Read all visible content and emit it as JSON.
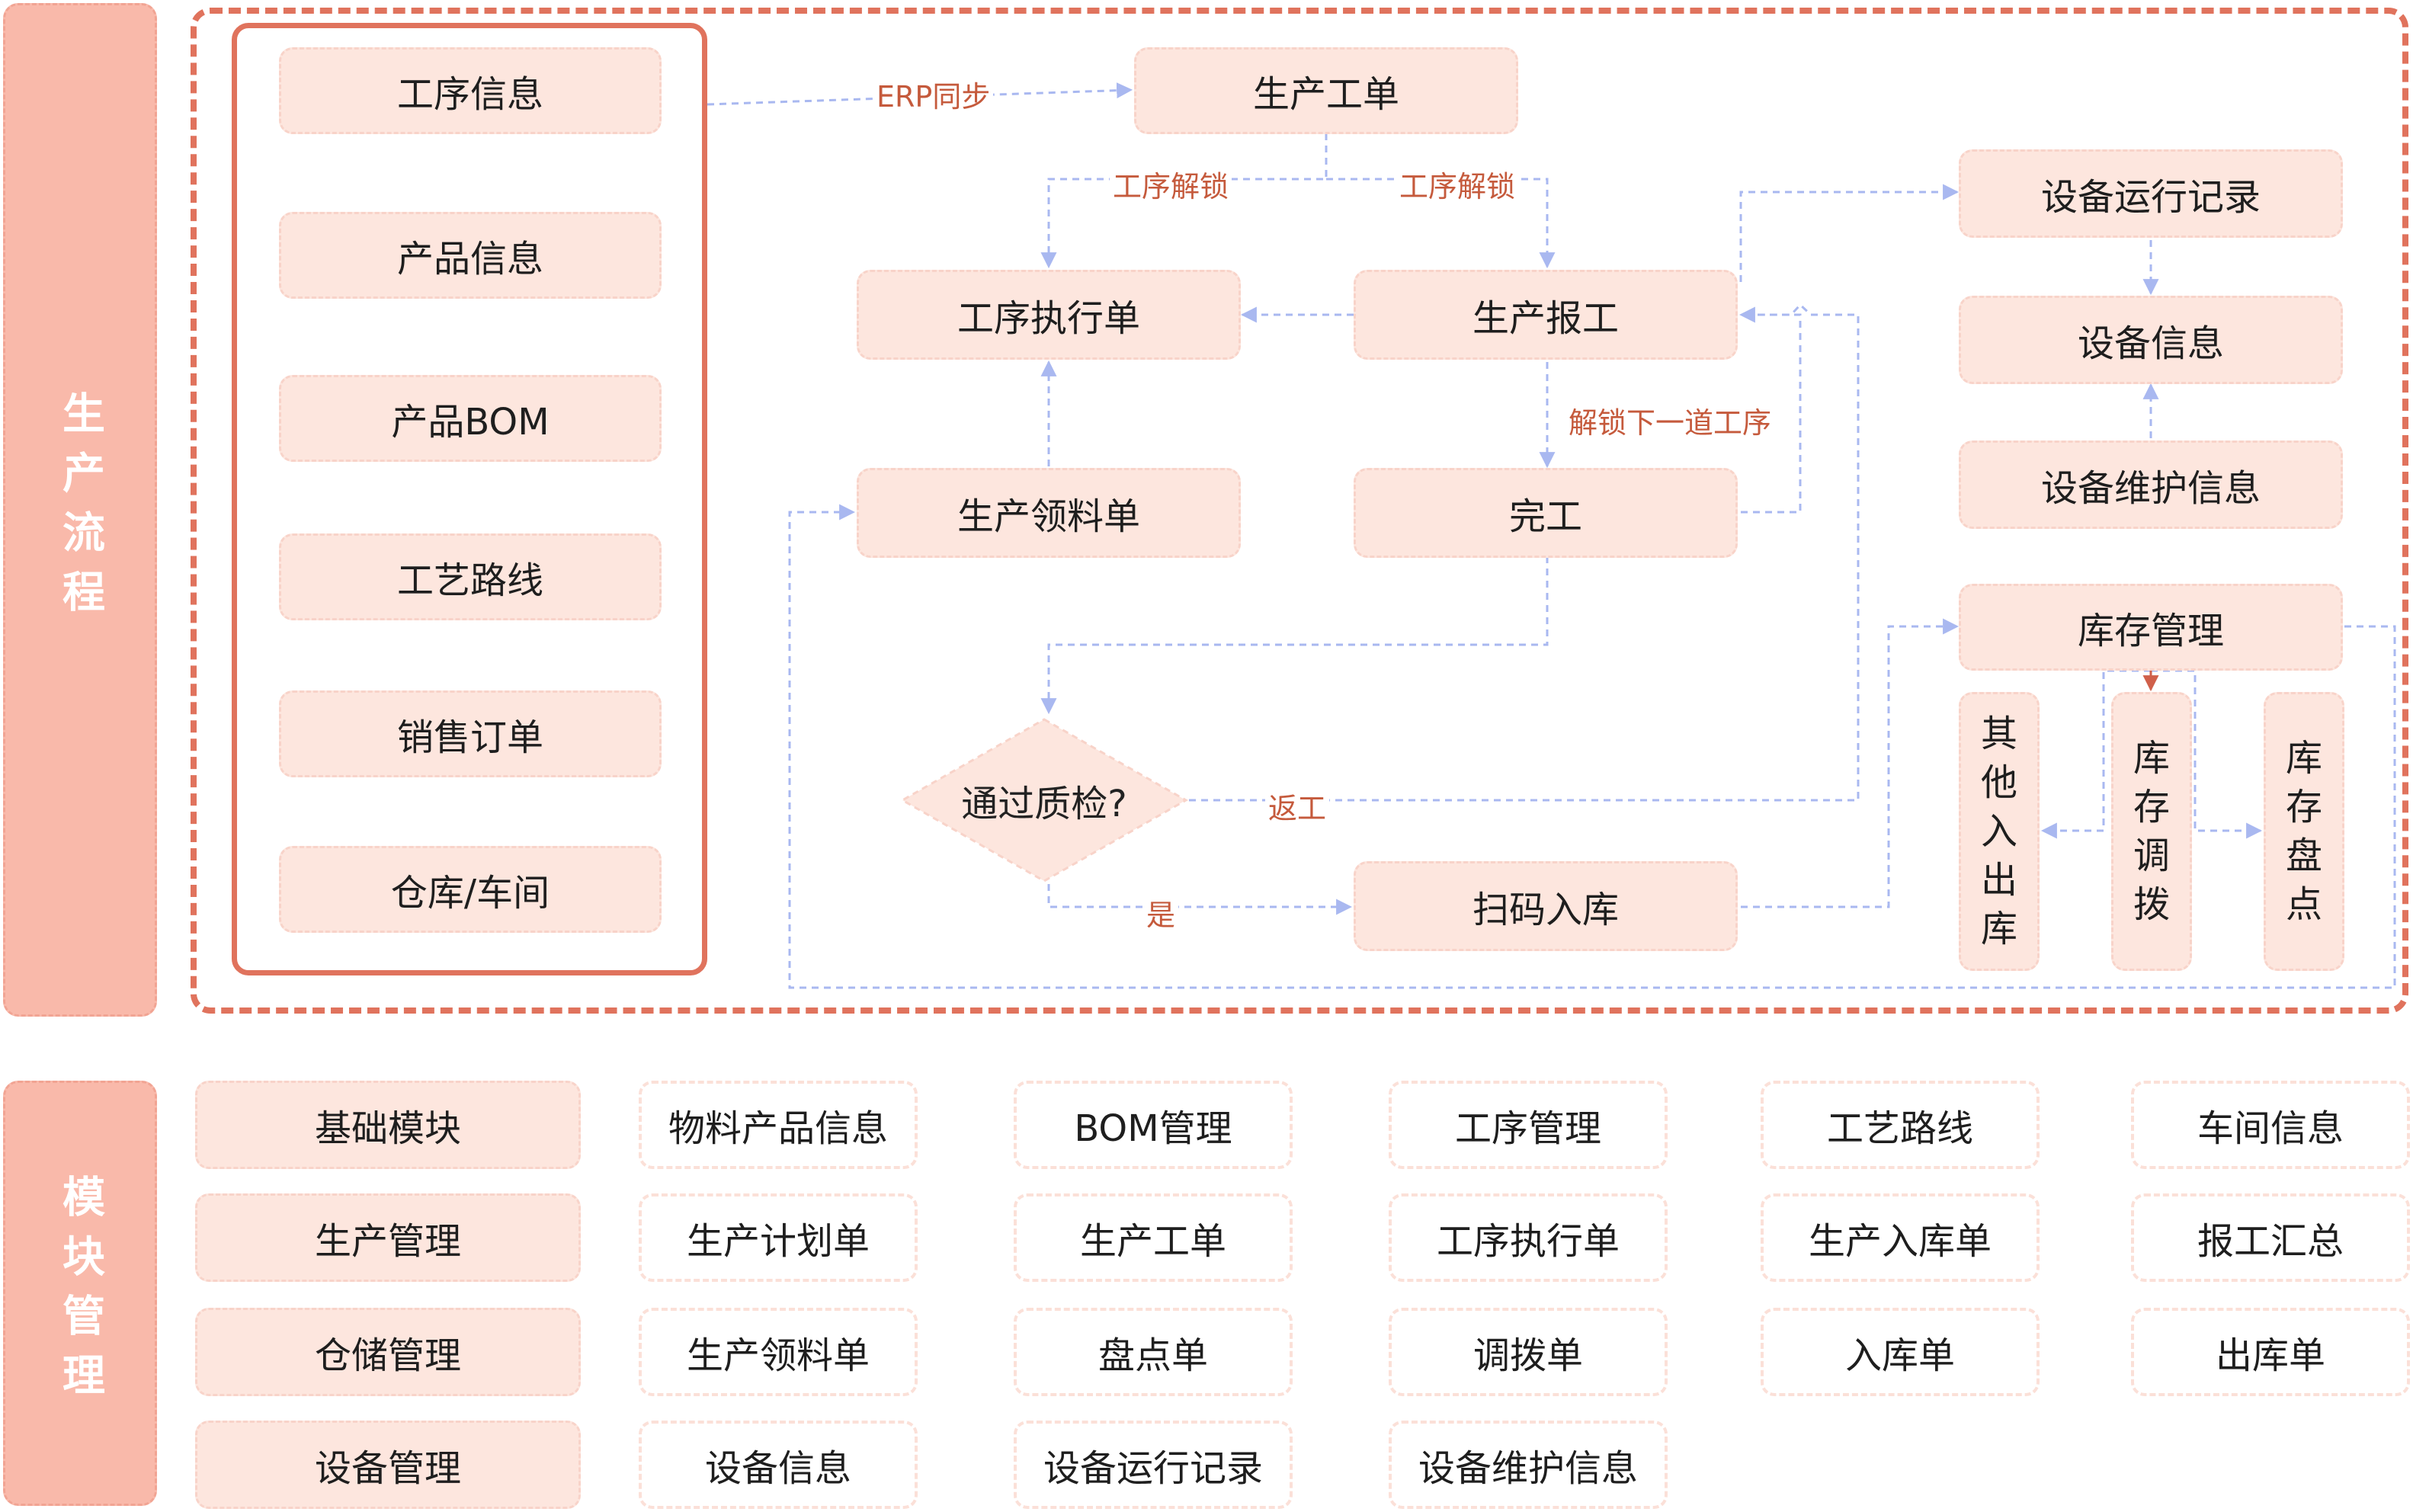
{
  "colors": {
    "accent": "#e0735d",
    "side_panel": "#f9b9aa",
    "node_fill": "#fde6de",
    "connector": "#a9b8f0",
    "edge_label": "#c55a3c"
  },
  "sections": {
    "process_title": "生产流程",
    "modules_title": "模块管理"
  },
  "master_data": [
    "工序信息",
    "产品信息",
    "产品BOM",
    "工艺路线",
    "销售订单",
    "仓库/车间"
  ],
  "flow": {
    "production_order": "生产工单",
    "process_exec": "工序执行单",
    "production_report": "生产报工",
    "material_request": "生产领料单",
    "completion": "完工",
    "qc_decision": "通过质检?",
    "scan_inbound": "扫码入库",
    "equipment_run": "设备运行记录",
    "equipment_info": "设备信息",
    "equipment_maint": "设备维护信息",
    "inventory": "库存管理",
    "other_io": "其他入出库",
    "transfer": "库存调拨",
    "stocktake": "库存盘点"
  },
  "edge_labels": {
    "erp_sync": "ERP同步",
    "unlock_left": "工序解锁",
    "unlock_right": "工序解锁",
    "unlock_next": "解锁下一道工序",
    "rework": "返工",
    "yes": "是"
  },
  "modules": {
    "rows": [
      {
        "head": "基础模块",
        "items": [
          "物料产品信息",
          "BOM管理",
          "工序管理",
          "工艺路线",
          "车间信息"
        ]
      },
      {
        "head": "生产管理",
        "items": [
          "生产计划单",
          "生产工单",
          "工序执行单",
          "生产入库单",
          "报工汇总"
        ]
      },
      {
        "head": "仓储管理",
        "items": [
          "生产领料单",
          "盘点单",
          "调拨单",
          "入库单",
          "出库单"
        ]
      },
      {
        "head": "设备管理",
        "items": [
          "设备信息",
          "设备运行记录",
          "设备维护信息"
        ]
      }
    ]
  }
}
